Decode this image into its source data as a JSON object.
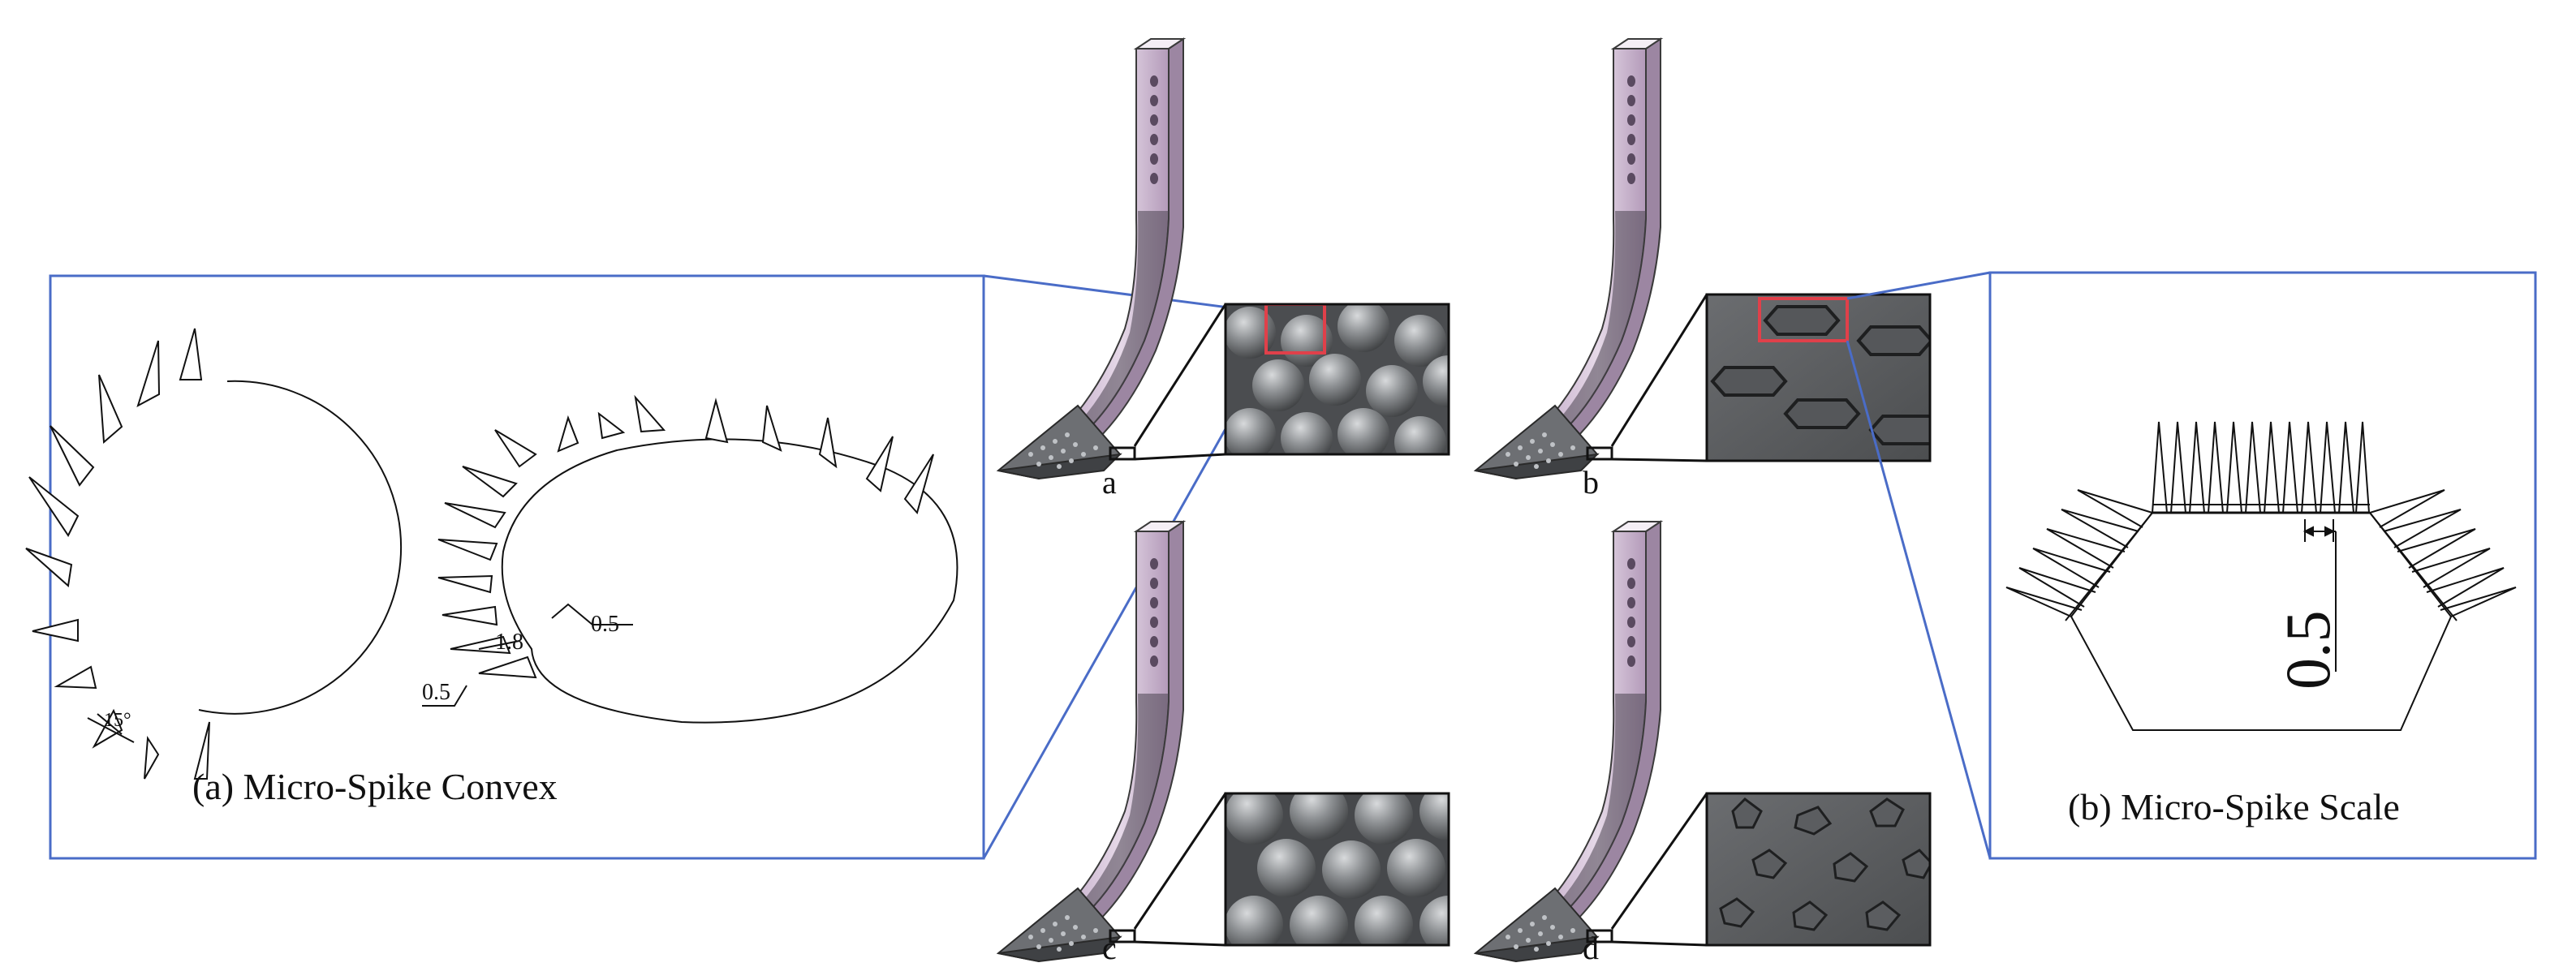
{
  "panels": {
    "convex_caption": "(a) Micro-Spike Convex",
    "scale_caption": "(b) Micro-Spike Scale"
  },
  "dimensions": {
    "angle": "15°",
    "width_1_8": "1.8",
    "offset_a": "0.5",
    "offset_b": "0.5",
    "scale_spacing": "0.5"
  },
  "subfigures": {
    "a": "a",
    "b": "b",
    "c": "c",
    "d": "d"
  },
  "colors": {
    "frame_blue": "#4a6cc7",
    "shank_purple": "#d9c8de",
    "inset_gray": "#5e6062",
    "highlight_red": "#e0404a"
  }
}
